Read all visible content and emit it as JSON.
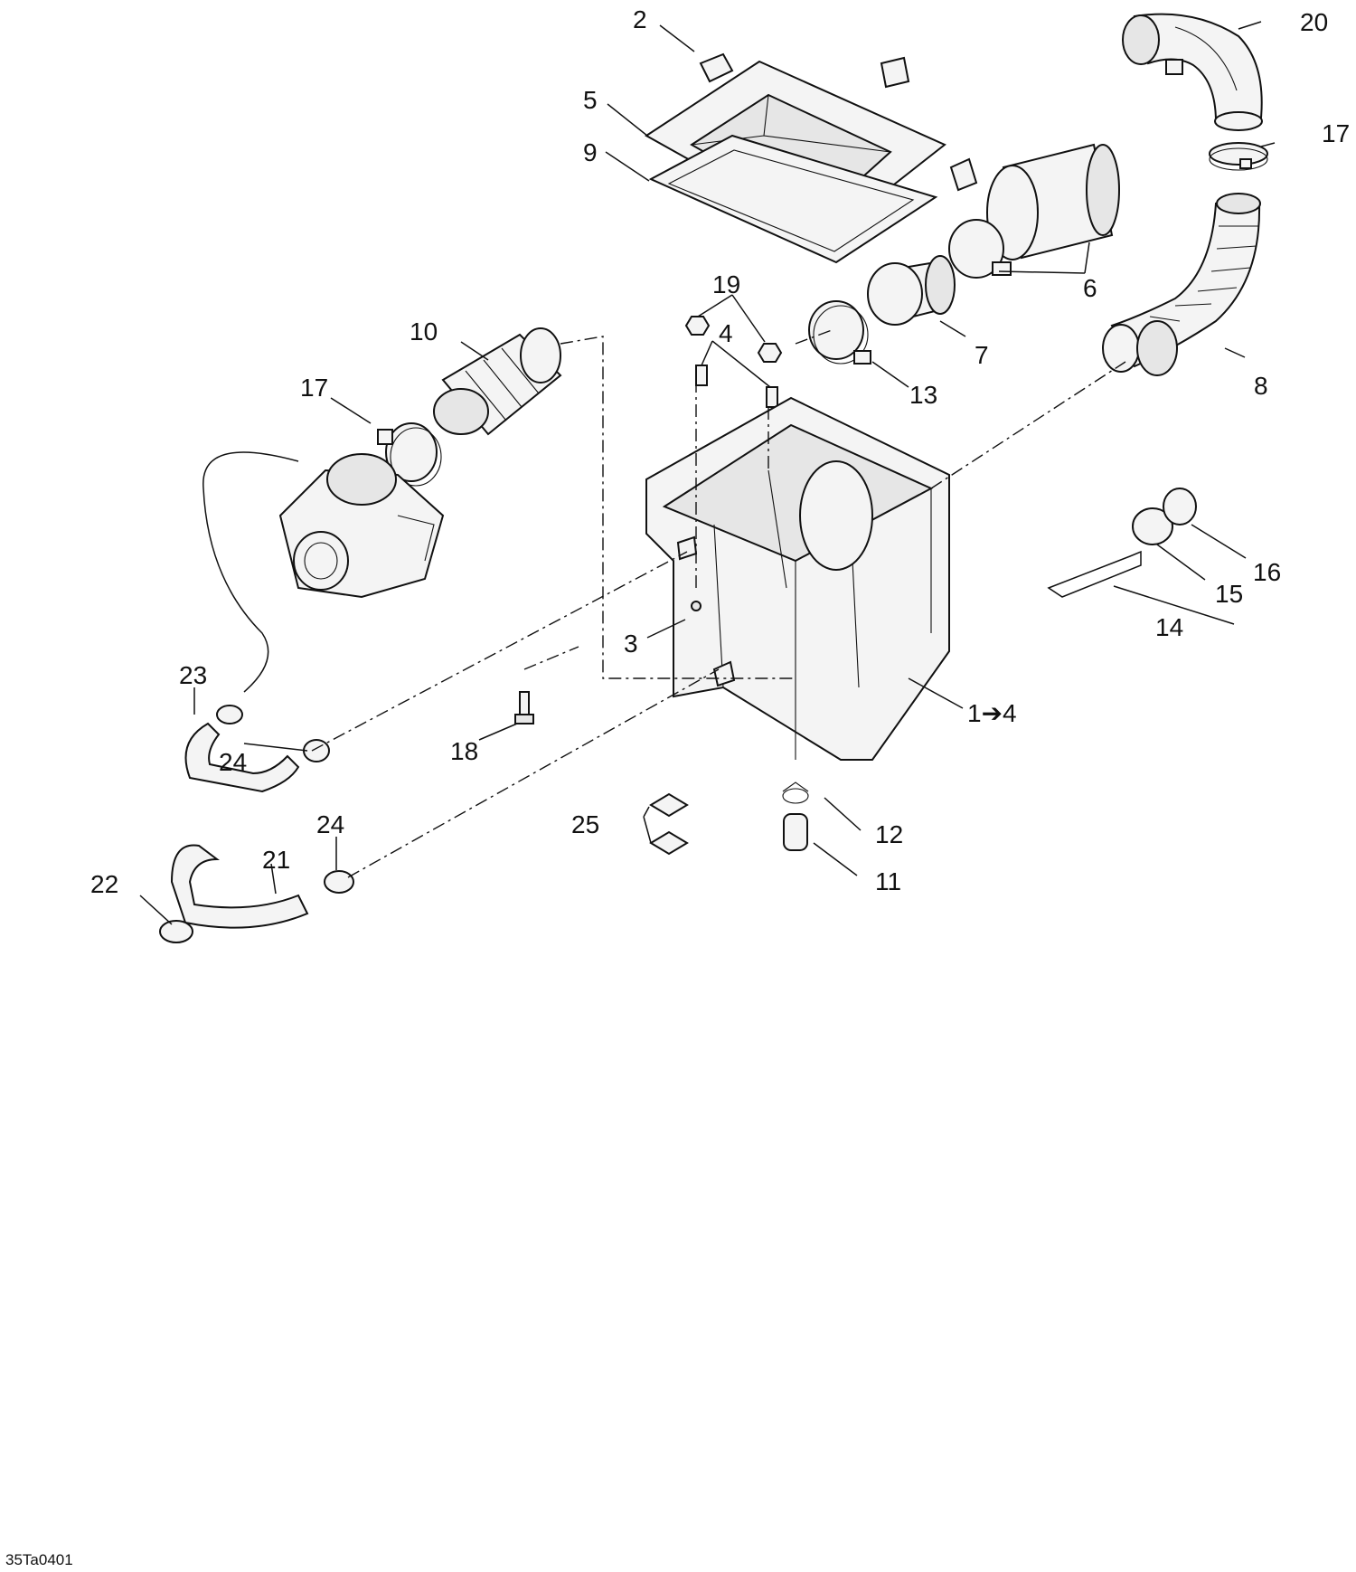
{
  "callouts": {
    "c1": "1➔4",
    "c2": "2",
    "c3": "3",
    "c4": "4",
    "c5": "5",
    "c6": "6",
    "c7": "7",
    "c8": "8",
    "c9": "9",
    "c10": "10",
    "c11": "11",
    "c12": "12",
    "c13": "13",
    "c14": "14",
    "c15": "15",
    "c16": "16",
    "c17a": "17",
    "c17b": "17",
    "c18": "18",
    "c19": "19",
    "c20": "20",
    "c21": "21",
    "c22": "22",
    "c23": "23",
    "c24a": "24",
    "c24b": "24",
    "c25": "25"
  },
  "diagram_code": "35Ta0401"
}
